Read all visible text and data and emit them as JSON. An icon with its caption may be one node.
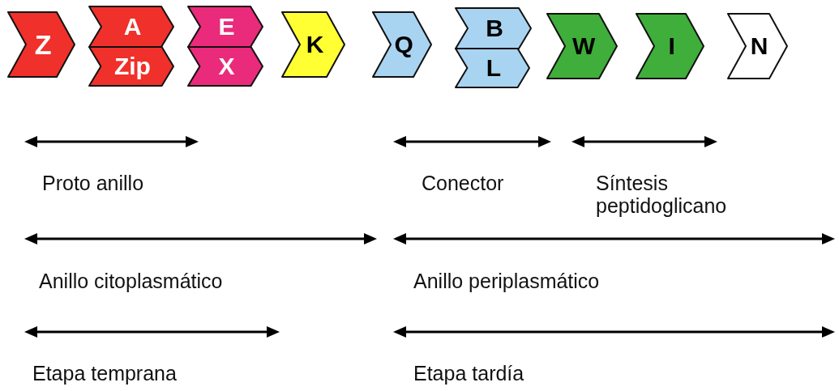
{
  "diagram": {
    "nodes": [
      {
        "text": [
          "Z"
        ]
      },
      {
        "text": [
          "A"
        ]
      },
      {
        "text": [
          "Zip"
        ]
      },
      {
        "text": [
          "E"
        ]
      },
      {
        "text": [
          "X"
        ]
      },
      {
        "text": [
          "K"
        ]
      },
      {
        "text": [
          "Q"
        ]
      },
      {
        "text": [
          "B"
        ]
      },
      {
        "text": [
          "L"
        ]
      },
      {
        "text": [
          "W"
        ]
      },
      {
        "text": [
          "I"
        ]
      },
      {
        "text": [
          "N"
        ]
      }
    ],
    "labels": [
      "Proto anillo",
      "Conector",
      "Síntesis peptidoglicano",
      "Anillo citoplasmático",
      "Anillo periplasmático",
      "Etapa temprana",
      "Etapa tardía"
    ]
  }
}
